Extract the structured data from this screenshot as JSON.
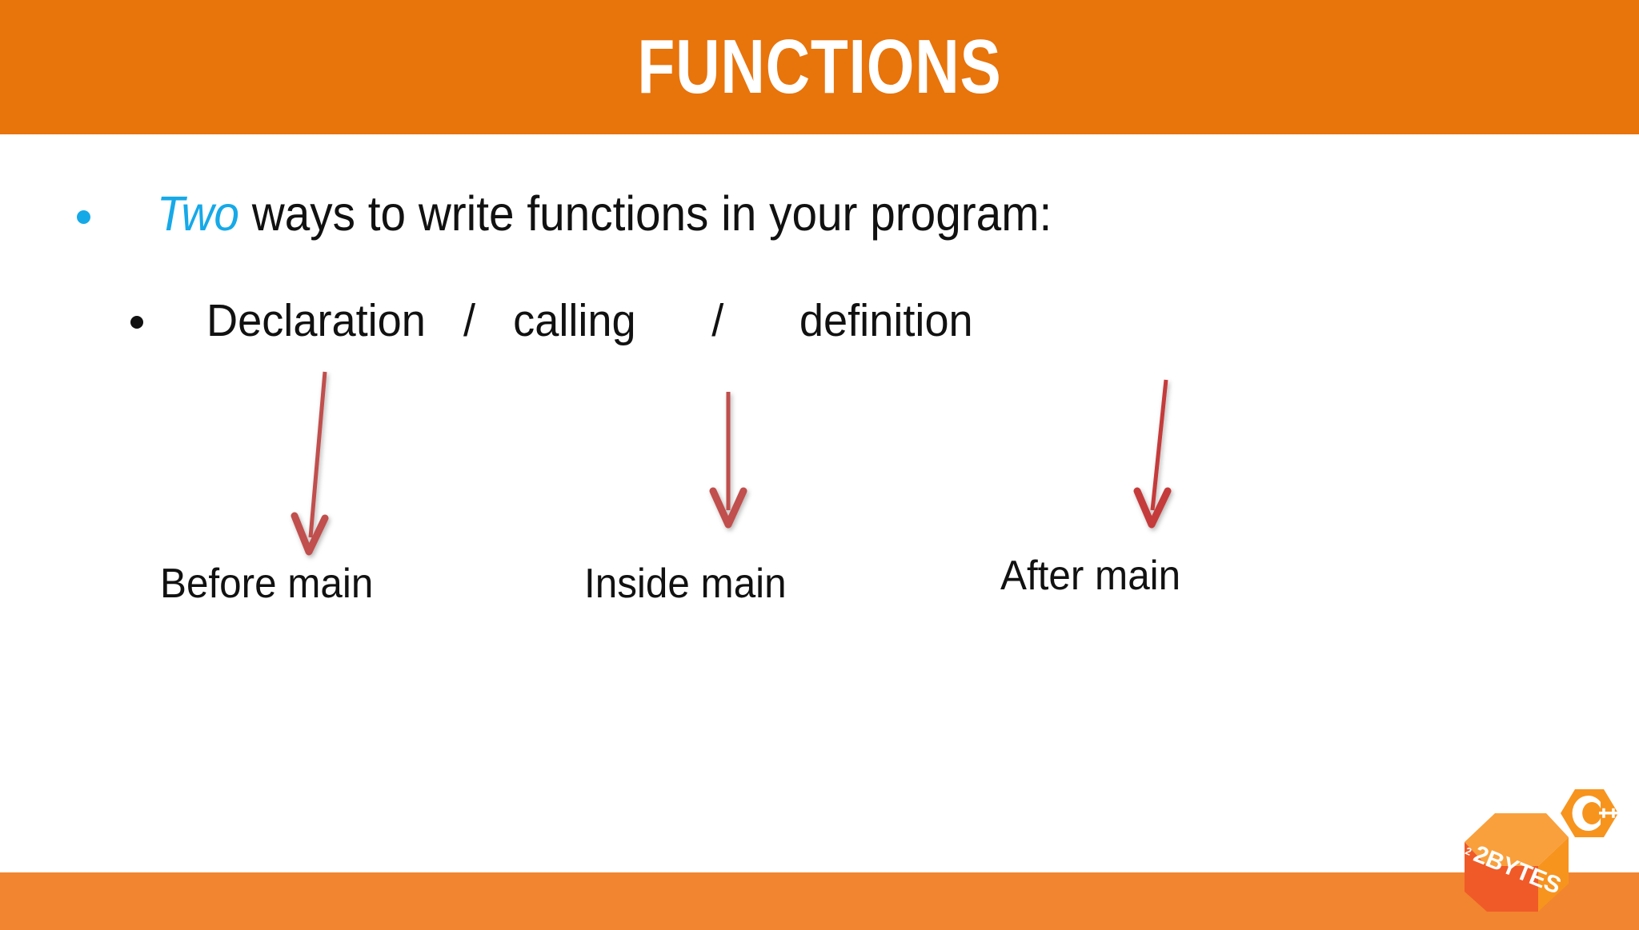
{
  "slide": {
    "title": "FUNCTIONS",
    "background_color": "#FFFFFF",
    "title_bar_color": "#E8740C",
    "footer_bar_color": "#F2852F",
    "accent_color": "#16A9E8",
    "arrow_color": "#C0504D",
    "text_color": "#111111"
  },
  "content": {
    "bullet1": {
      "emphasis": "Two",
      "rest": " ways to write functions in your program:"
    },
    "bullet2": {
      "item1": "Declaration",
      "separator1": "/",
      "item2": "calling",
      "separator2": "/",
      "item3": "definition"
    },
    "labels": {
      "before": "Before main",
      "inside": "Inside main",
      "after": "After main"
    }
  },
  "logo": {
    "brand": "2BYTES",
    "badge": "C",
    "badge_suffix": "++",
    "cube_light": "#F9A03C",
    "cube_mid": "#F7941E",
    "cube_dark": "#F05A28",
    "badge_color": "#F7941E"
  }
}
